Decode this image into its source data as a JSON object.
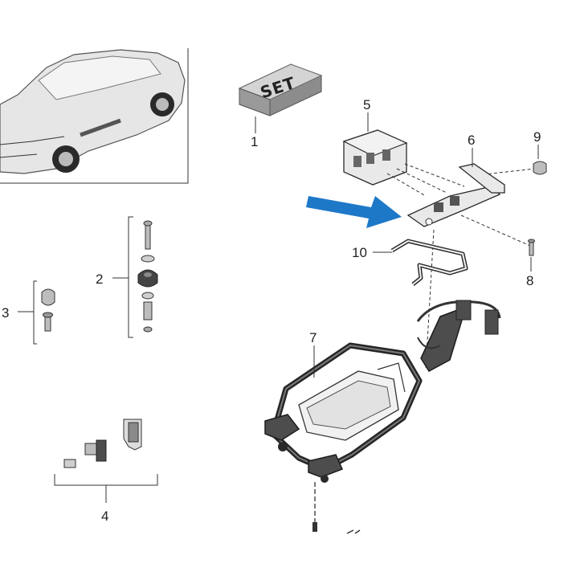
{
  "set_label": "SET",
  "callouts": [
    "1",
    "2",
    "3",
    "4",
    "5",
    "6",
    "7",
    "8",
    "9",
    "10"
  ],
  "colors": {
    "arrow": "#1e78c8",
    "line": "#333333",
    "part_fill": "#e9e9e9",
    "dark_part": "#4d4d4d"
  }
}
